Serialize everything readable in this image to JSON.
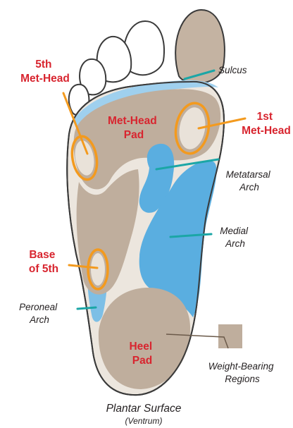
{
  "labels": {
    "fifth_met_head": [
      "5th",
      "Met-Head"
    ],
    "first_met_head": [
      "1st",
      "Met-Head"
    ],
    "met_head_pad": [
      "Met-Head",
      "Pad"
    ],
    "sulcus": "Sulcus",
    "metatarsal_arch": [
      "Metatarsal",
      "Arch"
    ],
    "medial_arch": [
      "Medial",
      "Arch"
    ],
    "base_of_fifth": [
      "Base",
      "of 5th"
    ],
    "peroneal_arch": [
      "Peroneal",
      "Arch"
    ],
    "heel_pad": [
      "Heel",
      "Pad"
    ],
    "weight_bearing_regions": [
      "Weight-Bearing",
      "Regions"
    ]
  },
  "caption": {
    "title": "Plantar Surface",
    "subtitle": "(Ventrum)"
  },
  "colors": {
    "red_label": "#d8252f",
    "dark_label": "#231f20",
    "leader_teal": "#1ba6a6",
    "leader_orange": "#f39a1e",
    "leader_brown": "#6b5a4a",
    "weight_bearing": "#bfae9d",
    "arch_blue": "#5aaee0",
    "foot_outline": "#3a3a3a"
  }
}
